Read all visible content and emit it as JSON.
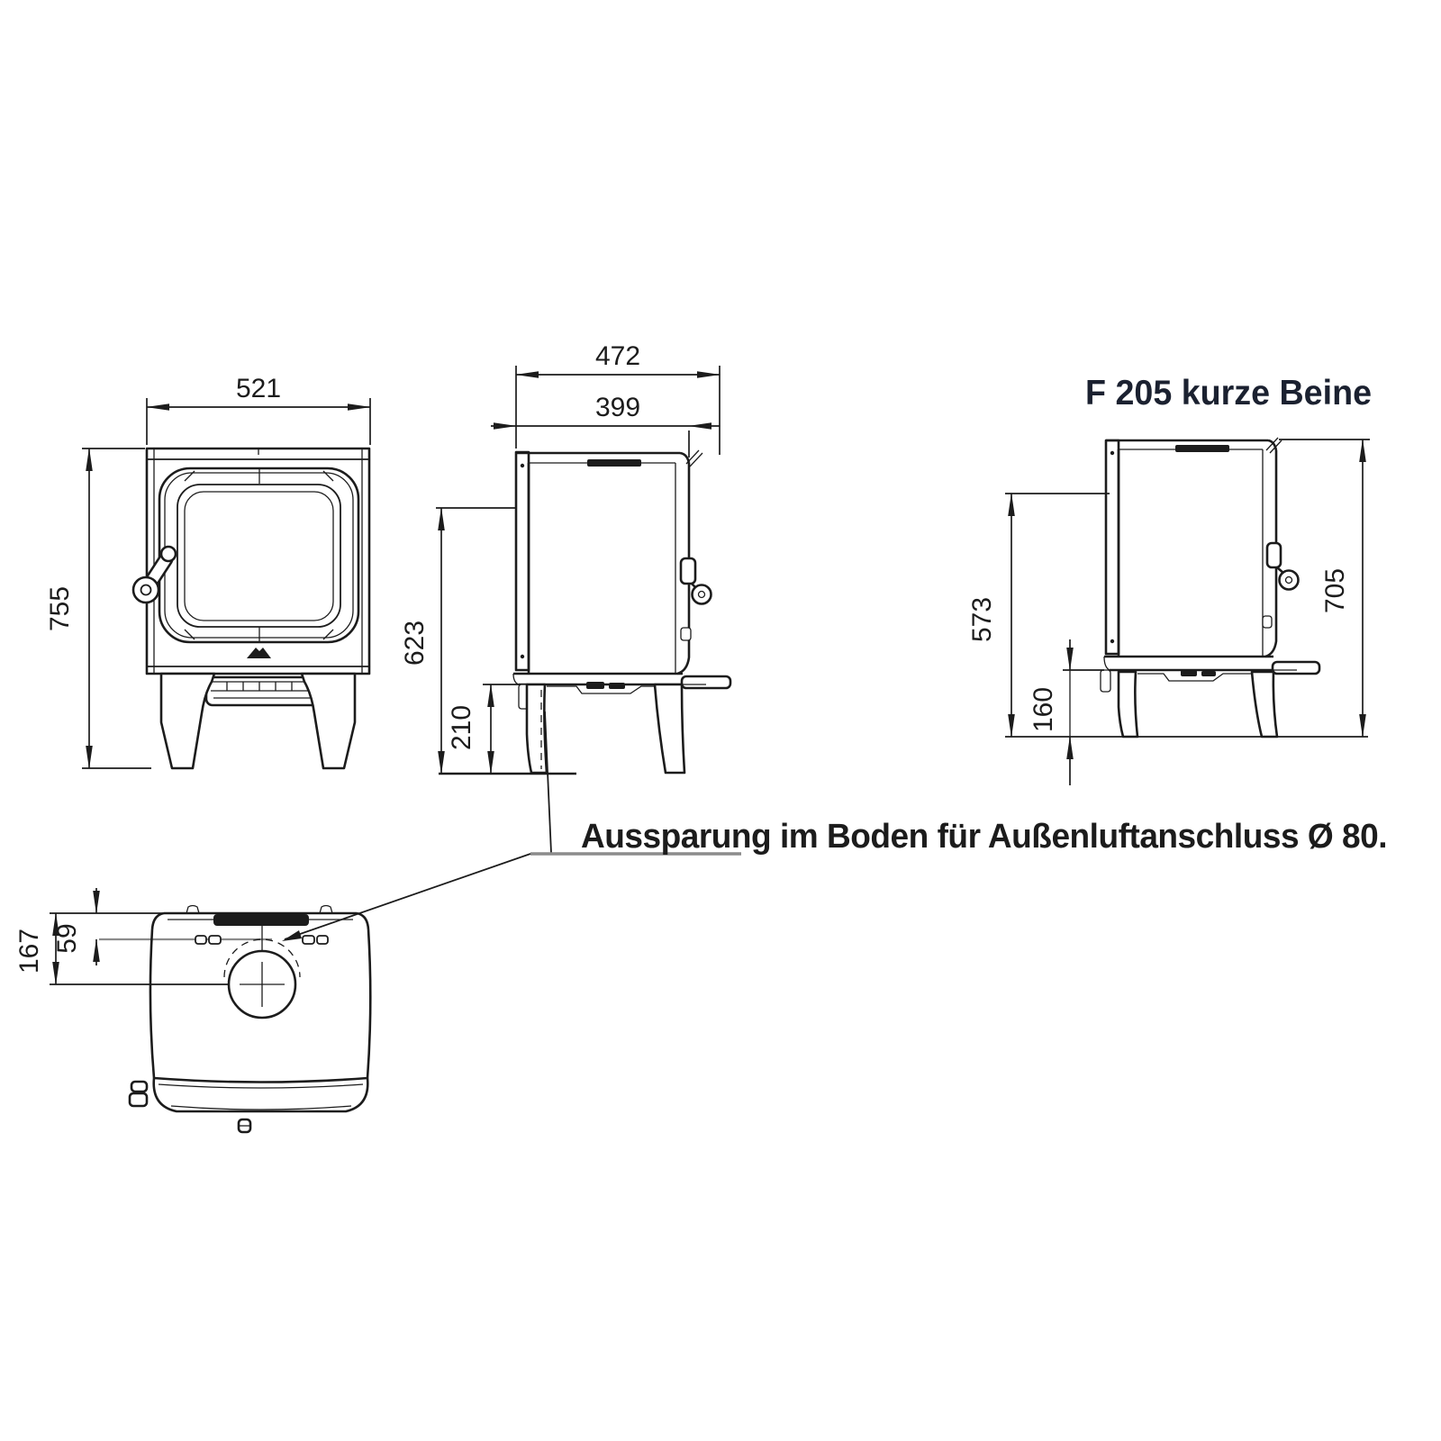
{
  "title": {
    "text": "F 205 kurze Beine"
  },
  "annotation": {
    "text": "Aussparung im Boden für Außenluftanschluss Ø 80."
  },
  "dimensions": {
    "front_width": "521",
    "front_height": "755",
    "side_depth_total": "472",
    "side_depth_body": "399",
    "side_body_height": "623",
    "side_leg_height": "210",
    "short_height_connector": "573",
    "short_leg_height": "160",
    "short_total_height": "705",
    "top_flue_center": "167",
    "top_flue_offset": "59"
  },
  "colors": {
    "line": "#1c1c1c",
    "gray_line": "#8c8c8c",
    "title_text": "#1b2130",
    "dim_text": "#1c1c1c",
    "background": "#ffffff"
  }
}
